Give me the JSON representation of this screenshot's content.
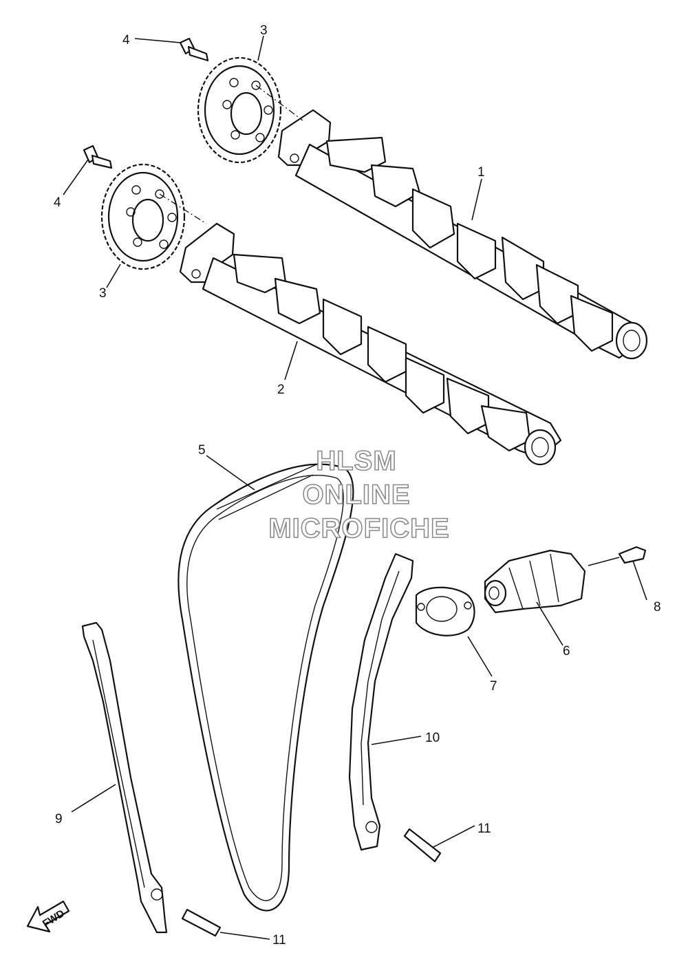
{
  "callouts": {
    "c1": "1",
    "c2": "2",
    "c3a": "3",
    "c3b": "3",
    "c4a": "4",
    "c4b": "4",
    "c5": "5",
    "c6": "6",
    "c7": "7",
    "c8": "8",
    "c9": "9",
    "c10": "10",
    "c11a": "11",
    "c11b": "11"
  },
  "watermark": {
    "line1": "HLSM",
    "line2": "ONLINE",
    "line3": "MICROFICHE"
  },
  "fwd_label": "FWD"
}
